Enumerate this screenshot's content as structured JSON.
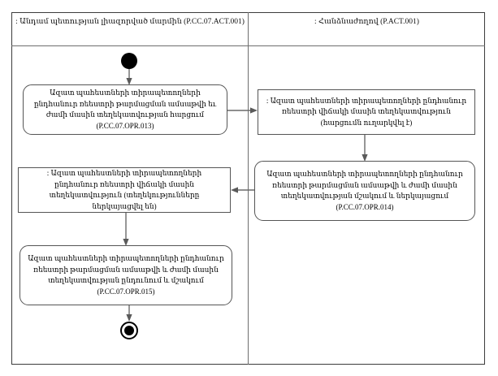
{
  "diagram": {
    "type": "uml-activity-swimlane",
    "lanes": [
      {
        "id": "left",
        "title": ": Անդամ պետության լիազորված մարմին (P.CC.07.ACT.001)"
      },
      {
        "id": "right",
        "title": ": Հանձնաժողով (P.ACT.001)"
      }
    ],
    "nodes": [
      {
        "id": "initial",
        "kind": "initial-node",
        "lane": "left",
        "label": ""
      },
      {
        "id": "action-opr-013",
        "kind": "action",
        "lane": "left",
        "label": "Ազատ պահեստների տիրապետողների ընդհանուր ռեեստրի թարմացման ամսաթվի եւ ժամի մասին տեղեկատվության հարցում (P.CC.07.OPR.013)"
      },
      {
        "id": "object-request-sent",
        "kind": "object",
        "lane": "right",
        "label": ": Ազատ պահեստների տիրապետողների ընդհանուր ռեեստրի վիճակի մասին տեղեկատվություն (հարցումն ուղարկվել է)"
      },
      {
        "id": "action-opr-014",
        "kind": "action",
        "lane": "right",
        "label": "Ազատ պահեստների տիրապետողների ընդհանուր ռեեստրի թարմացման ամսաթվի և ժամի մասին տեղեկատվության մշակում և ներկայացում (P.CC.07.OPR.014)"
      },
      {
        "id": "object-info-provided",
        "kind": "object",
        "lane": "left",
        "label": ": Ազատ պահեստների տիրապետողների ընդհանուր ռեեստրի վիճակի մասին տեղեկատվություն (տեղեկությունները ներկայացվել են)"
      },
      {
        "id": "action-opr-015",
        "kind": "action",
        "lane": "left",
        "label": "Ազատ պահեստների տիրապետողների ընդհանուր ռեեստրի թարմացման ամսաթվի և ժամի մասին տեղեկատվության ընդունում և մշակում (P.CC.07.OPR.015)"
      },
      {
        "id": "final",
        "kind": "final-node",
        "lane": "left",
        "label": ""
      }
    ],
    "edges": [
      {
        "from": "initial",
        "to": "action-opr-013",
        "direction": "down"
      },
      {
        "from": "action-opr-013",
        "to": "object-request-sent",
        "direction": "right"
      },
      {
        "from": "object-request-sent",
        "to": "action-opr-014",
        "direction": "down"
      },
      {
        "from": "action-opr-014",
        "to": "object-info-provided",
        "direction": "left"
      },
      {
        "from": "object-info-provided",
        "to": "action-opr-015",
        "direction": "down"
      },
      {
        "from": "action-opr-015",
        "to": "final",
        "direction": "down"
      }
    ],
    "colors": {
      "background": "#ffffff",
      "frame_border": "#3c3c3c",
      "lane_divider": "#6e6e6e",
      "node_border": "#555555",
      "edge": "#6a6a6a",
      "text": "#000000",
      "node_fill": "#ffffff"
    }
  }
}
